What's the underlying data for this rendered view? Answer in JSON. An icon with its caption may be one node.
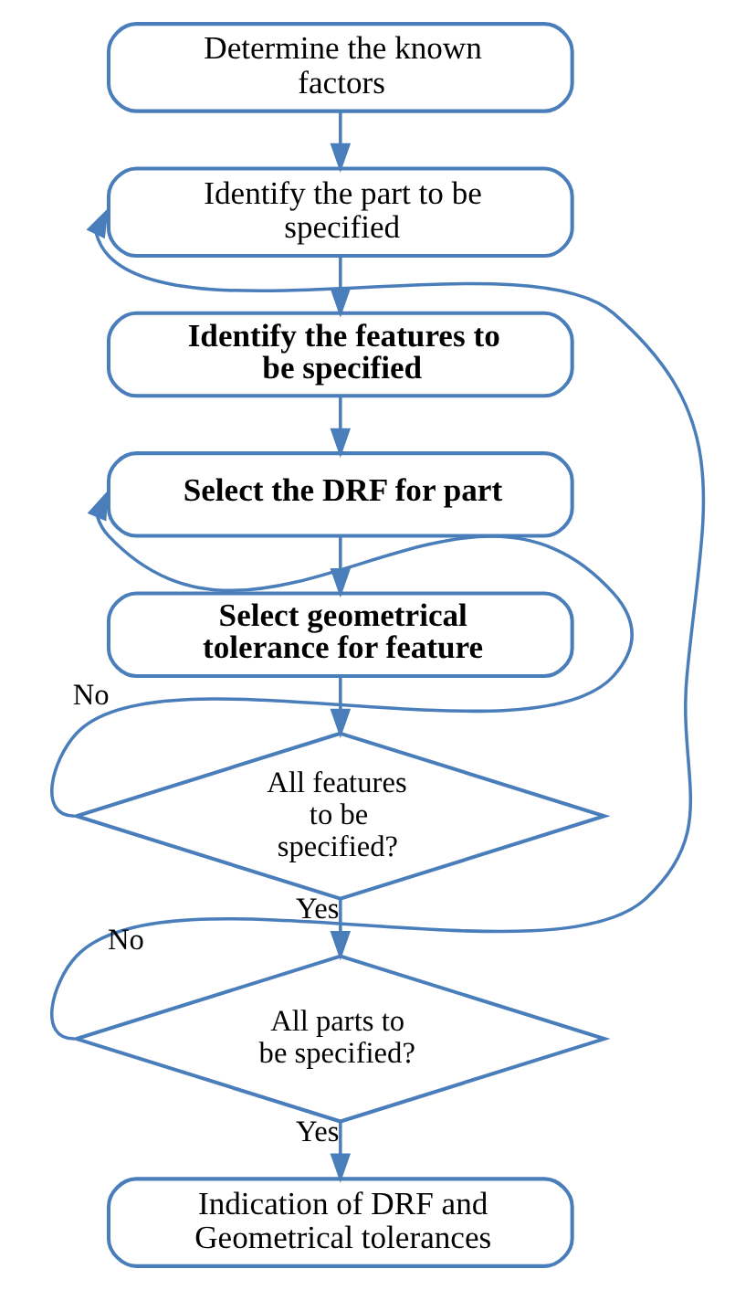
{
  "diagram": {
    "nodes": [
      {
        "text": [
          "Determine the known factors"
        ]
      },
      {
        "text": [
          "Identify the part to be specified"
        ]
      },
      {
        "text": [
          "Identify the features to be specified"
        ]
      },
      {
        "text": [
          "Select the DRF for part"
        ]
      },
      {
        "text": [
          "Select geometrical tolerance for feature"
        ]
      },
      {
        "text": [
          "All features to be specified?"
        ]
      },
      {
        "text": [
          "All parts to be specified?"
        ]
      },
      {
        "text": [
          "Indication of DRF and Geometrical tolerances"
        ]
      }
    ],
    "edges": [
      {
        "from": 0,
        "to": 1,
        "arrow": "to"
      },
      {
        "from": 1,
        "to": 2,
        "arrow": "to"
      },
      {
        "from": 2,
        "to": 3,
        "arrow": "to"
      },
      {
        "from": 3,
        "to": 4,
        "arrow": "to"
      },
      {
        "from": 4,
        "to": 5,
        "arrow": "to"
      },
      {
        "from": 5,
        "to": 6,
        "arrow": "to",
        "label": "Yes"
      },
      {
        "from": 5,
        "to": 3,
        "arrow": "to",
        "label": "No"
      },
      {
        "from": 6,
        "to": 7,
        "arrow": "to",
        "label": "Yes"
      },
      {
        "from": 6,
        "to": 1,
        "arrow": "to",
        "label": "No"
      }
    ]
  }
}
